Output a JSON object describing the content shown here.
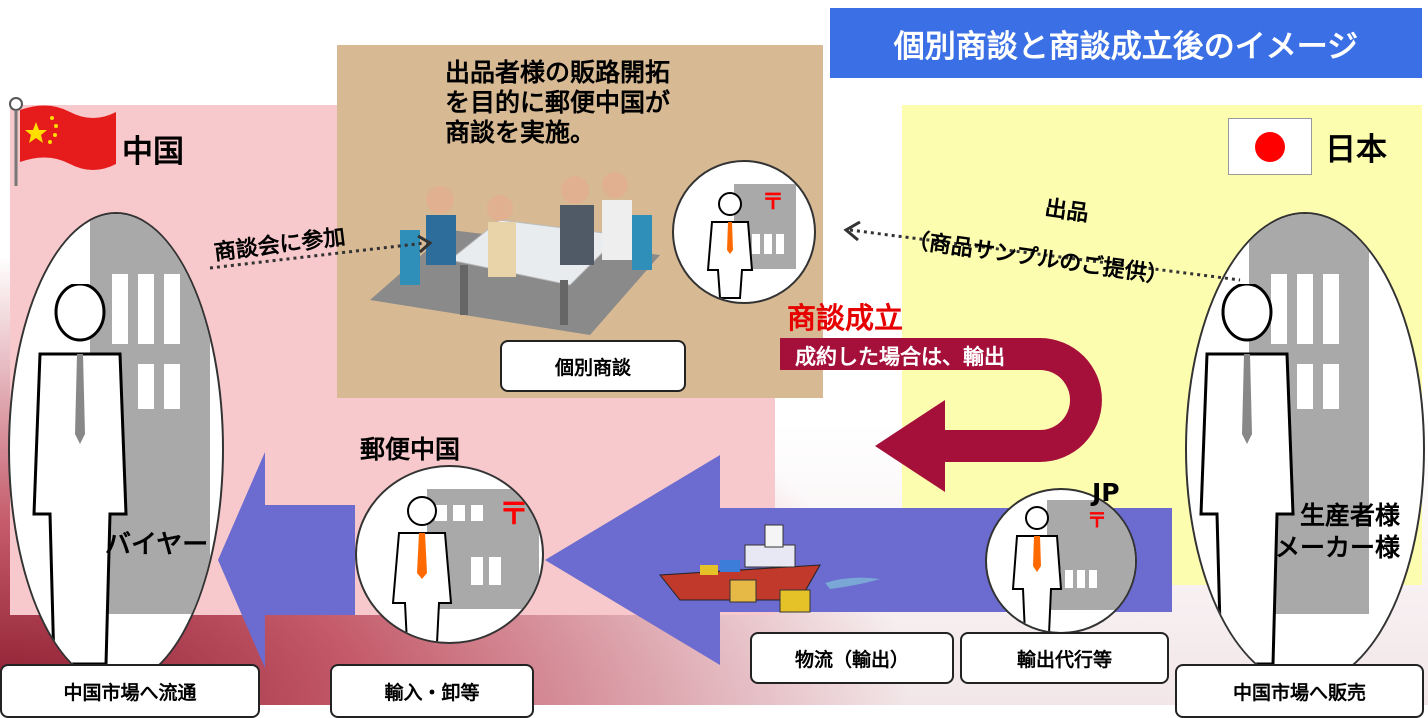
{
  "title": "個別商談と商談成立後のイメージ",
  "regions": {
    "china": "中国",
    "japan": "日本"
  },
  "meeting": {
    "description_lines": [
      "出品者様の販路開拓",
      "を目的に郵便中国が",
      "商談を実施。"
    ],
    "label": "個別商談"
  },
  "arrows": {
    "attend": "商談会に参加",
    "listing_line1": "出品",
    "listing_line2": "（商品サンプルのご提供）",
    "deal_done": "商談成立",
    "export_if_deal": "成約した場合は、輸出"
  },
  "actors": {
    "buyer": "バイヤー",
    "post_china": "郵便中国",
    "jp": "JP",
    "producer_line1": "生産者様",
    "producer_line2": "メーカー様"
  },
  "bottom_labels": {
    "china_market": "中国市場へ流通",
    "import": "輸入・卸等",
    "logistics": "物流（輸出）",
    "export_agent": "輸出代行等",
    "sell_china": "中国市場へ販売"
  },
  "colors": {
    "title_bg": "#3a6fe6",
    "china_bg": "#f8c9cc",
    "japan_bg": "#fdfdb0",
    "meeting_bg": "#d7b994",
    "flow_arrow": "#6b6bd0",
    "deal_arrow": "#a5103a",
    "deal_text": "#e60000"
  }
}
